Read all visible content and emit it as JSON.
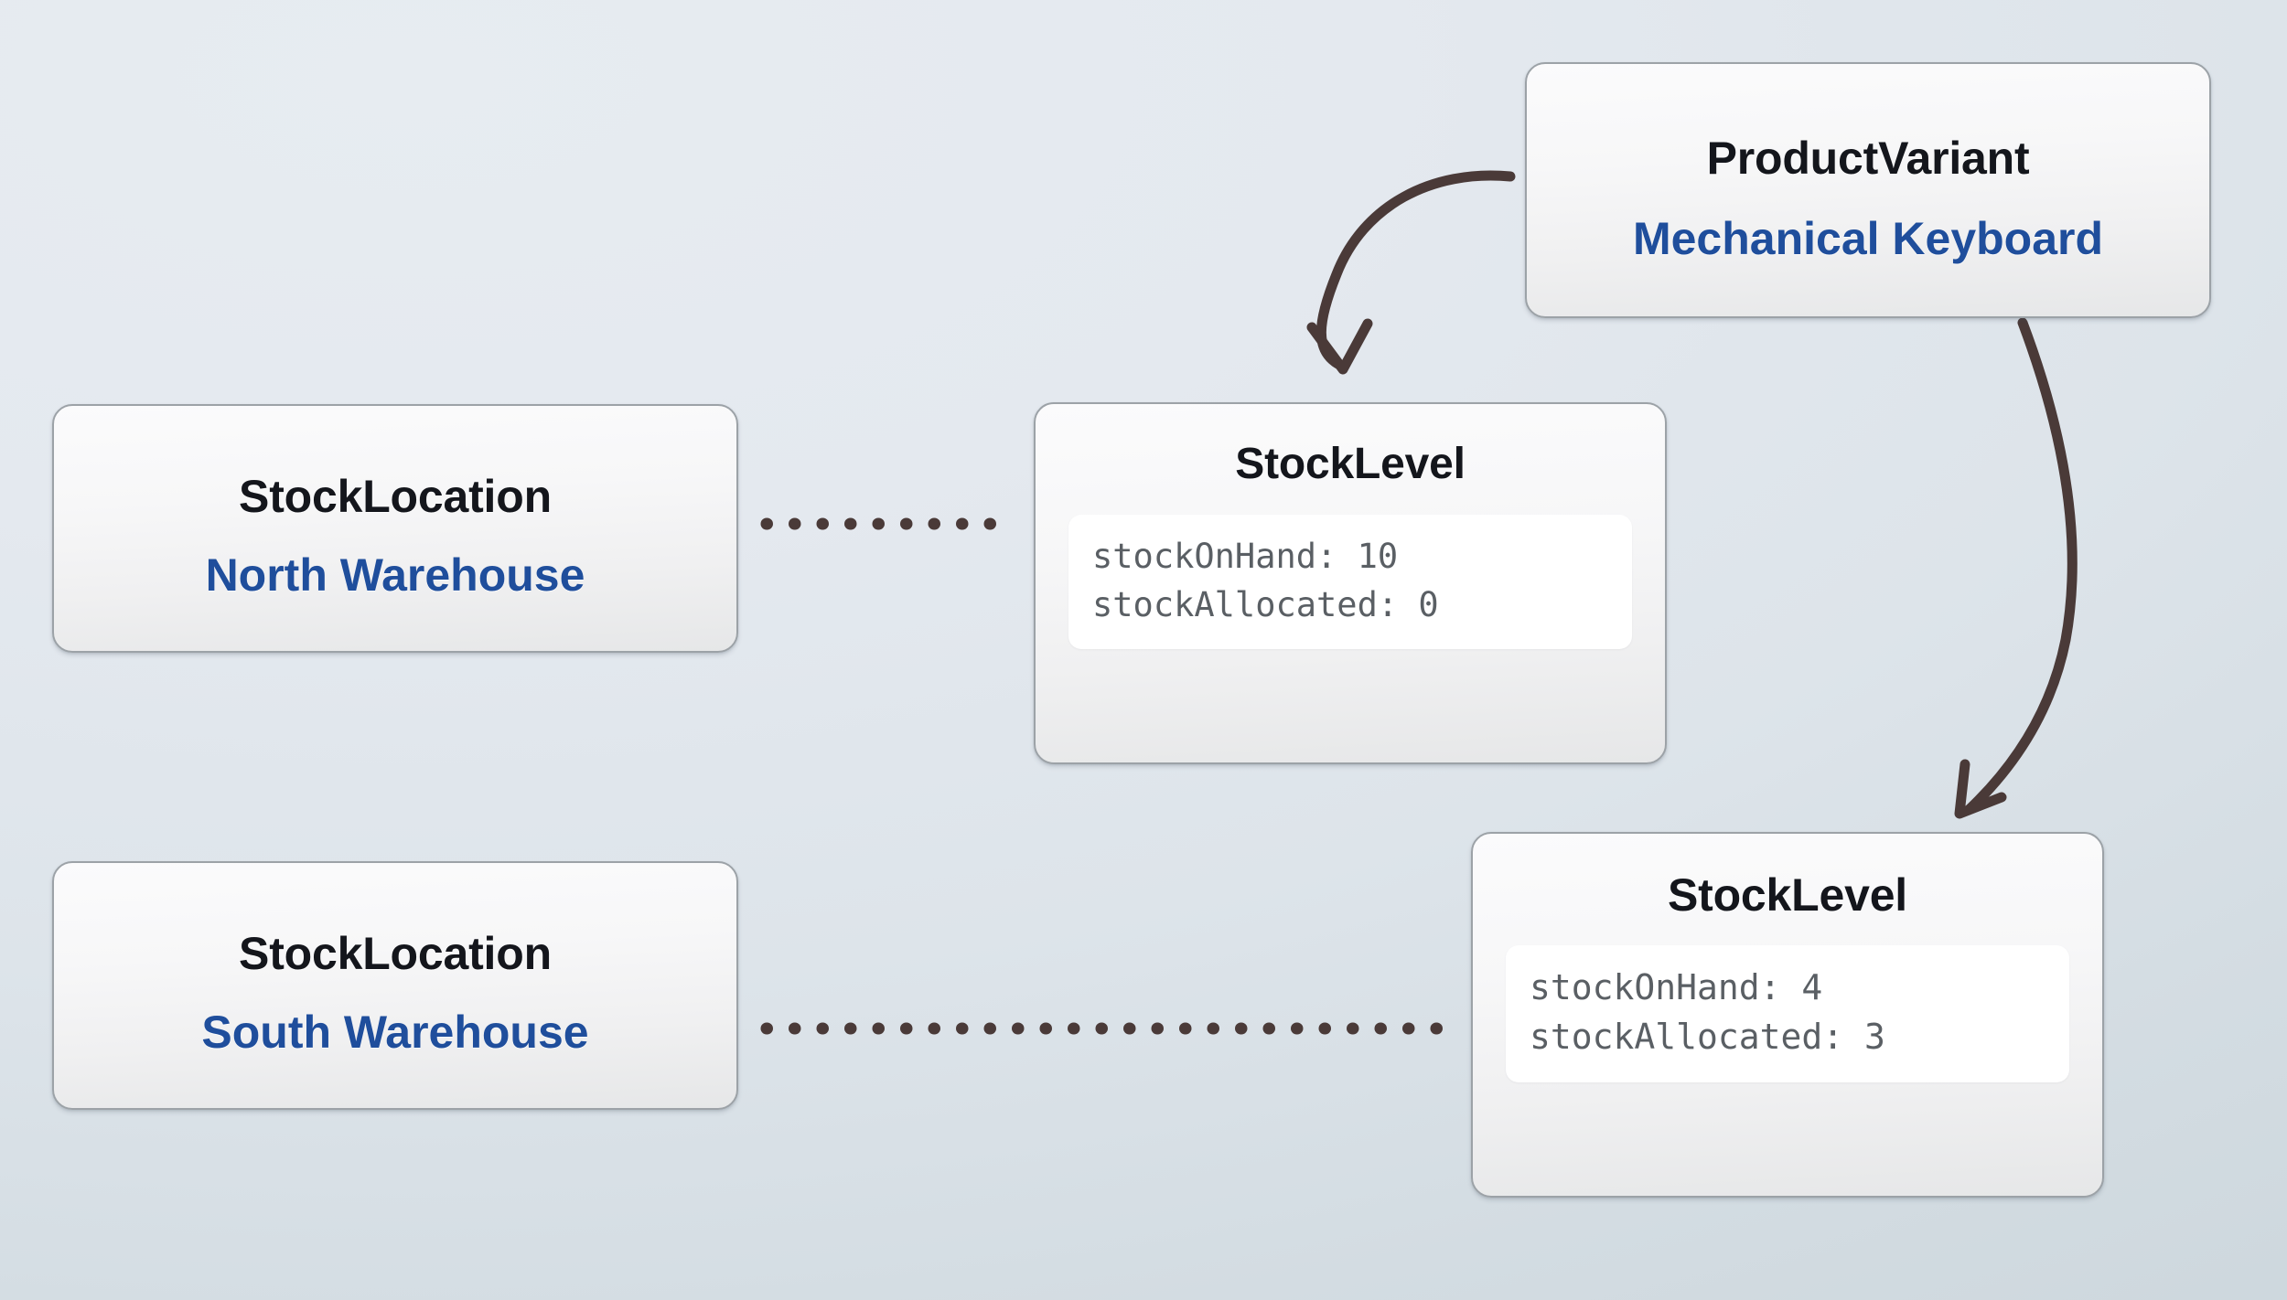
{
  "canvas": {
    "background_top": "#e7ecf1",
    "background_bottom": "#cdd7dd"
  },
  "theme": {
    "node_border": "#9ca2a7",
    "node_fill_top": "#fbfbfc",
    "node_fill_bottom": "#e6e7e8",
    "title_color": "#14161c",
    "subtitle_color": "#1f4e9c",
    "attr_text_color": "#5a5f64",
    "attr_panel_fill": "#ffffff",
    "edge_color": "#4a3a38"
  },
  "nodes": {
    "product_variant": {
      "type": "ProductVariant",
      "title": "ProductVariant",
      "name": "Mechanical Keyboard"
    },
    "location_north": {
      "type": "StockLocation",
      "title": "StockLocation",
      "name": "North Warehouse"
    },
    "location_south": {
      "type": "StockLocation",
      "title": "StockLocation",
      "name": "South Warehouse"
    },
    "level_north": {
      "type": "StockLevel",
      "title": "StockLevel",
      "attributes": [
        {
          "key": "stockOnHand",
          "value": "10",
          "text": "stockOnHand: 10"
        },
        {
          "key": "stockAllocated",
          "value": "0",
          "text": "stockAllocated: 0"
        }
      ]
    },
    "level_south": {
      "type": "StockLevel",
      "title": "StockLevel",
      "attributes": [
        {
          "key": "stockOnHand",
          "value": "4",
          "text": "stockOnHand: 4"
        },
        {
          "key": "stockAllocated",
          "value": "3",
          "text": "stockAllocated: 3"
        }
      ]
    }
  },
  "edges": [
    {
      "id": "variant-to-level-north",
      "style": "curved-arrow",
      "from": "product_variant",
      "to": "level_north",
      "color": "#4a3a38"
    },
    {
      "id": "variant-to-level-south",
      "style": "curved-arrow",
      "from": "product_variant",
      "to": "level_south",
      "color": "#4a3a38"
    },
    {
      "id": "location-north-to-level-north",
      "style": "dotted",
      "from": "location_north",
      "to": "level_north",
      "color": "#4a3a38"
    },
    {
      "id": "location-south-to-level-south",
      "style": "dotted",
      "from": "location_south",
      "to": "level_south",
      "color": "#4a3a38"
    }
  ]
}
